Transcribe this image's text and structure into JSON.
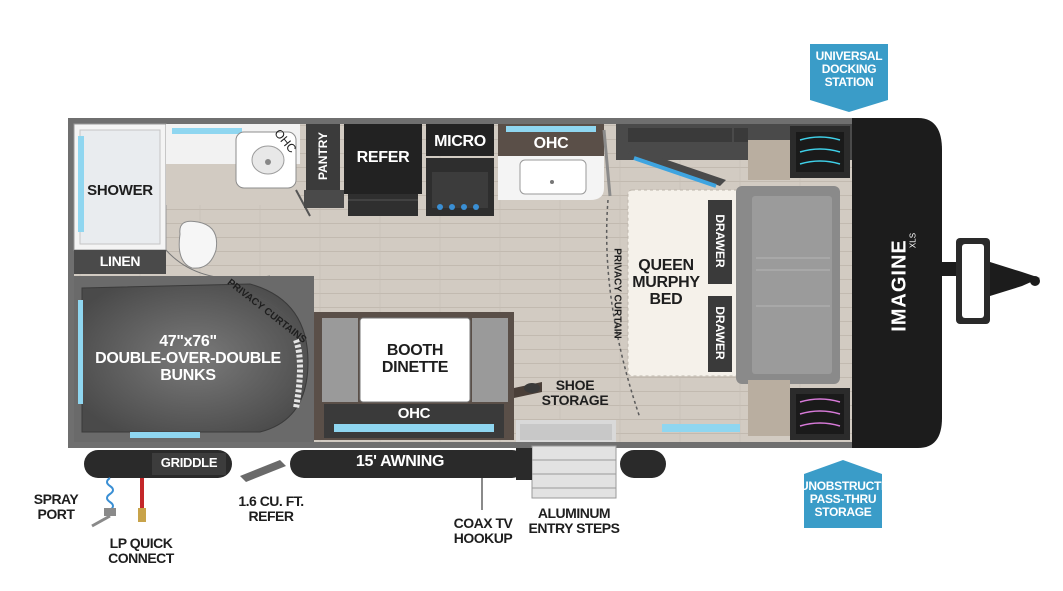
{
  "callouts": {
    "docking": "UNIVERSAL\nDOCKING\nSTATION",
    "pass_thru": "UNOBSTRUCTED\nPASS-THRU\nSTORAGE"
  },
  "rooms": {
    "shower": "SHOWER",
    "linen": "LINEN",
    "ohc_bath": "OHC",
    "pantry": "PANTRY",
    "refer": "REFER",
    "micro": "MICRO",
    "ohc_kitchen": "OHC",
    "bunks": "47\"x76\"\nDOUBLE-OVER-DOUBLE\nBUNKS",
    "privacy_curtains": "PRIVACY CURTAINS",
    "booth_dinette": "BOOTH\nDINETTE",
    "ohc_dinette": "OHC",
    "shoe_storage": "SHOE\nSTORAGE",
    "privacy_curtain": "PRIVACY CURTAIN",
    "murphy_bed": "QUEEN\nMURPHY\nBED",
    "drawer_top": "DRAWER",
    "drawer_bottom": "DRAWER",
    "brand": "IMAGINE",
    "brand_sub": "XLS"
  },
  "exterior": {
    "griddle": "GRIDDLE",
    "awning": "15' AWNING",
    "spray_port": "SPRAY\nPORT",
    "lp_connect": "LP QUICK\nCONNECT",
    "refer_ext": "1.6 CU. FT.\nREFER",
    "coax": "COAX TV\nHOOKUP",
    "steps": "ALUMINUM\nENTRY STEPS"
  },
  "colors": {
    "callout_blue": "#3a9cc8",
    "floor": "#cfc7bd",
    "wall": "#6d6d6d",
    "cabinet": "#3b3b3b",
    "sofa": "#8a8a8a",
    "frontcap": "#1c1c1c"
  }
}
